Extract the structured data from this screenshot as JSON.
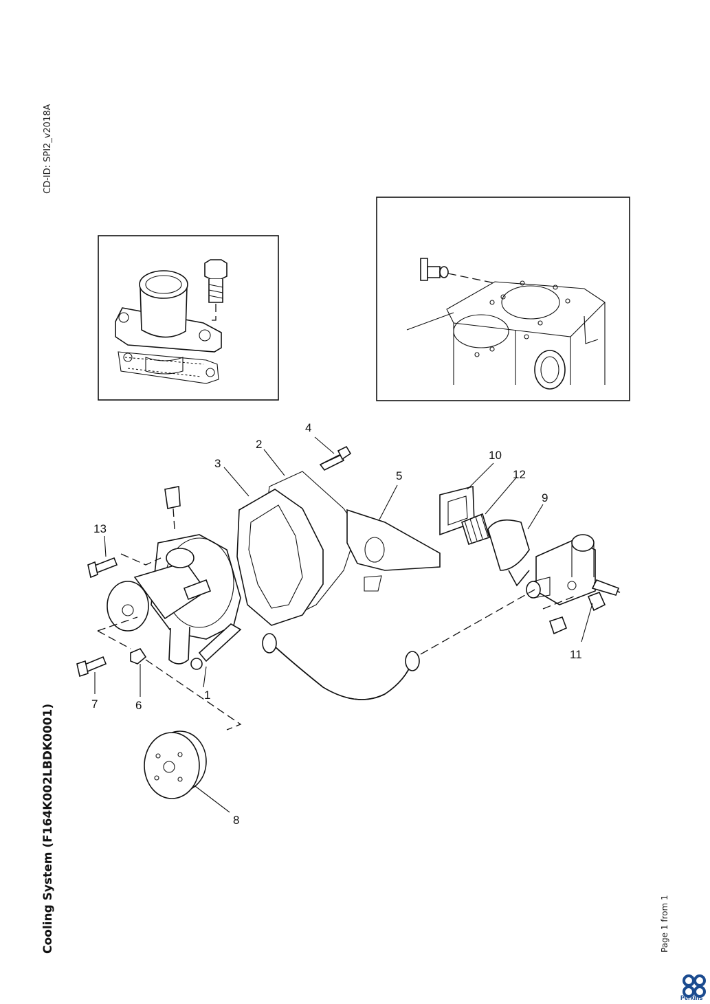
{
  "header": {
    "cd_id": "CD-ID: SPI2_v2018A"
  },
  "title": "Cooling System (F164K002LBDK0001)",
  "footer": {
    "page": "Page 1 from 1",
    "brand": "Perkins"
  },
  "callouts": {
    "c1": "1",
    "c2": "2",
    "c3": "3",
    "c4": "4",
    "c5": "5",
    "c6": "6",
    "c7": "7",
    "c8": "8",
    "c9": "9",
    "c10": "10",
    "c11": "11",
    "c12": "12",
    "c13": "13"
  }
}
